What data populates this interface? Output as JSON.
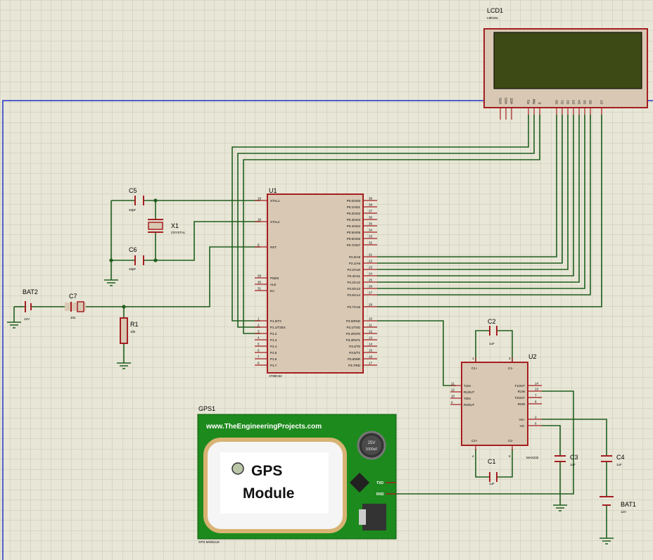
{
  "colors": {
    "sheet": "#e8e6d6",
    "grid": "#c9c7b4",
    "border": "#2233cc",
    "wire": "#1f5f1f",
    "part": "#a51e22",
    "chip": "#d9c9b4",
    "lcd_screen": "#3d4a16",
    "gps_board": "#1d8a1d"
  },
  "components": {
    "lcd": {
      "ref": "LCD1",
      "model": "LM016L",
      "pins": [
        "VSS",
        "VDD",
        "VEE",
        "RS",
        "RW",
        "E",
        "D0",
        "D1",
        "D2",
        "D3",
        "D4",
        "D5",
        "D6",
        "D7"
      ]
    },
    "u1": {
      "ref": "U1",
      "model": "AT89C52",
      "left_pins": [
        {
          "num": "19",
          "name": "XTAL1"
        },
        {
          "num": "18",
          "name": "XTAL2"
        },
        {
          "num": "9",
          "name": "RST"
        },
        {
          "num": "29",
          "name": "PSEN"
        },
        {
          "num": "30",
          "name": "ALE"
        },
        {
          "num": "31",
          "name": "EA"
        },
        {
          "num": "1",
          "name": "P1.0/T2"
        },
        {
          "num": "2",
          "name": "P1.1/T2EX"
        },
        {
          "num": "3",
          "name": "P1.2"
        },
        {
          "num": "4",
          "name": "P1.3"
        },
        {
          "num": "5",
          "name": "P1.4"
        },
        {
          "num": "6",
          "name": "P1.5"
        },
        {
          "num": "7",
          "name": "P1.6"
        },
        {
          "num": "8",
          "name": "P1.7"
        }
      ],
      "right_pins": [
        {
          "num": "39",
          "name": "P0.0/AD0"
        },
        {
          "num": "38",
          "name": "P0.1/AD1"
        },
        {
          "num": "37",
          "name": "P0.2/AD2"
        },
        {
          "num": "36",
          "name": "P0.3/AD3"
        },
        {
          "num": "35",
          "name": "P0.4/AD4"
        },
        {
          "num": "34",
          "name": "P0.5/AD5"
        },
        {
          "num": "33",
          "name": "P0.6/AD6"
        },
        {
          "num": "32",
          "name": "P0.7/AD7"
        },
        {
          "num": "21",
          "name": "P2.0/A8"
        },
        {
          "num": "22",
          "name": "P2.1/A9"
        },
        {
          "num": "23",
          "name": "P2.2/A10"
        },
        {
          "num": "24",
          "name": "P2.3/A11"
        },
        {
          "num": "25",
          "name": "P2.4/A12"
        },
        {
          "num": "26",
          "name": "P2.5/A13"
        },
        {
          "num": "27",
          "name": "P2.6/A14"
        },
        {
          "num": "28",
          "name": "P2.7/A15"
        },
        {
          "num": "10",
          "name": "P3.0/RXD"
        },
        {
          "num": "11",
          "name": "P3.1/TXD"
        },
        {
          "num": "12",
          "name": "P3.2/INT0"
        },
        {
          "num": "13",
          "name": "P3.3/INT1"
        },
        {
          "num": "14",
          "name": "P3.4/T0"
        },
        {
          "num": "15",
          "name": "P3.5/T1"
        },
        {
          "num": "16",
          "name": "P3.6/WR"
        },
        {
          "num": "17",
          "name": "P3.7/RD"
        }
      ]
    },
    "u2": {
      "ref": "U2",
      "model": "MAX232",
      "left_pins": [
        {
          "num": "11",
          "name": "T1IN"
        },
        {
          "num": "12",
          "name": "R1OUT"
        },
        {
          "num": "10",
          "name": "T2IN"
        },
        {
          "num": "9",
          "name": "R2OUT"
        }
      ],
      "right_pins": [
        {
          "num": "14",
          "name": "T1OUT"
        },
        {
          "num": "13",
          "name": "R1IN"
        },
        {
          "num": "7",
          "name": "T2OUT"
        },
        {
          "num": "8",
          "name": "R2IN"
        },
        {
          "num": "2",
          "name": "VS+"
        },
        {
          "num": "6",
          "name": "VS-"
        }
      ],
      "top_pins": [
        {
          "num": "1",
          "name": "C1+"
        },
        {
          "num": "3",
          "name": "C1-"
        }
      ],
      "bottom_pins": [
        {
          "num": "4",
          "name": "C2+"
        },
        {
          "num": "5",
          "name": "C2-"
        }
      ]
    },
    "c5": {
      "ref": "C5",
      "value": "33pF"
    },
    "c6": {
      "ref": "C6",
      "value": "33pF"
    },
    "x1": {
      "ref": "X1",
      "value": "CRYSTAL"
    },
    "c7": {
      "ref": "C7",
      "value": "10u"
    },
    "r1": {
      "ref": "R1",
      "value": "10k"
    },
    "bat2": {
      "ref": "BAT2",
      "value": "12V"
    },
    "c2": {
      "ref": "C2",
      "value": "1uF"
    },
    "c1": {
      "ref": "C1",
      "value": "1uF"
    },
    "c3": {
      "ref": "C3",
      "value": "1uF"
    },
    "c4": {
      "ref": "C4",
      "value": "1uF"
    },
    "bat1": {
      "ref": "BAT1",
      "value": "12V"
    },
    "gps": {
      "ref": "GPS1",
      "url": "www.TheEngineeringProjects.com",
      "title_line1": "GPS",
      "title_line2": "Module",
      "badge_line1": "25V",
      "badge_line2": "1000uF",
      "pin_txd": "TXD",
      "pin_rxd": "RXD",
      "model": "GPS MODULE"
    }
  }
}
